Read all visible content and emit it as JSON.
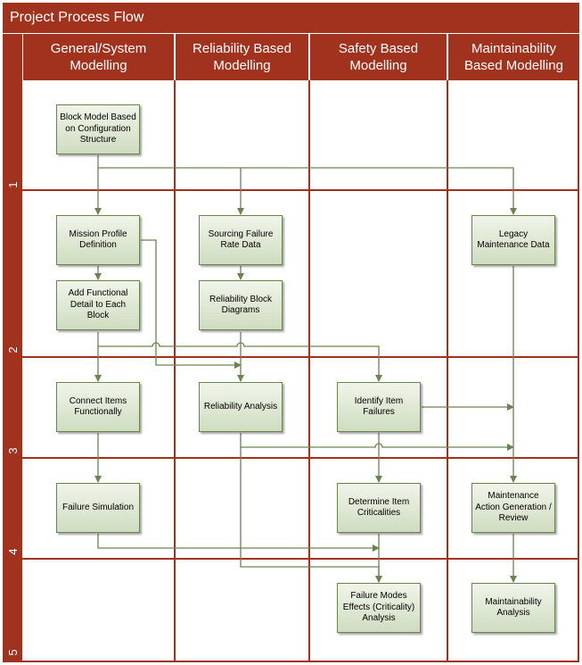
{
  "title": "Project Process Flow",
  "lanes": [
    {
      "label": "General/System Modelling"
    },
    {
      "label": "Reliability Based Modelling"
    },
    {
      "label": "Safety Based Modelling"
    },
    {
      "label": "Maintainability Based Modelling"
    }
  ],
  "rows": [
    "1",
    "2",
    "3",
    "4",
    "5"
  ],
  "boxes": [
    {
      "label": "Block Model Based on Configuration Structure"
    },
    {
      "label": "Mission Profile Definition"
    },
    {
      "label": "Add Functional Detail to Each Block"
    },
    {
      "label": "Connect Items Functionally"
    },
    {
      "label": "Failure Simulation"
    },
    {
      "label": "Sourcing Failure Rate Data"
    },
    {
      "label": "Reliability Block Diagrams"
    },
    {
      "label": "Reliability Analysis"
    },
    {
      "label": "Identify Item Failures"
    },
    {
      "label": "Determine Item Criticalities"
    },
    {
      "label": "Failure Modes Effects (Criticality) Analysis"
    },
    {
      "label": "Legacy Maintenance Data"
    },
    {
      "label": "Maintenance Action Generation / Review"
    },
    {
      "label": "Maintainability Analysis"
    }
  ],
  "colors": {
    "frame": "#a0321e",
    "box_border": "#6b8350",
    "connector": "#6b8350"
  }
}
